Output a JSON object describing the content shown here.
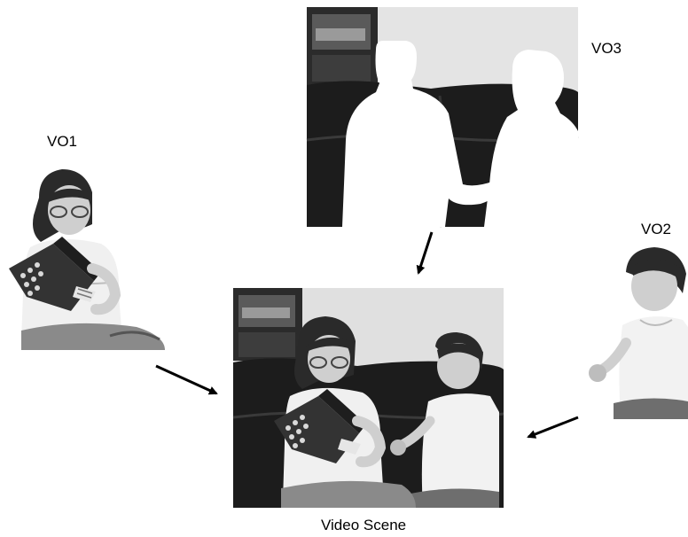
{
  "labels": {
    "vo1": "VO1",
    "vo2": "VO2",
    "vo3": "VO3",
    "scene": "Video Scene"
  },
  "colors": {
    "background": "#ffffff",
    "sofa": "#1c1c1c",
    "wall": "#dedede",
    "skin": "#c9c9c9",
    "shirt": "#f2f2f2",
    "hair": "#2a2a2a",
    "arrow": "#000000"
  }
}
